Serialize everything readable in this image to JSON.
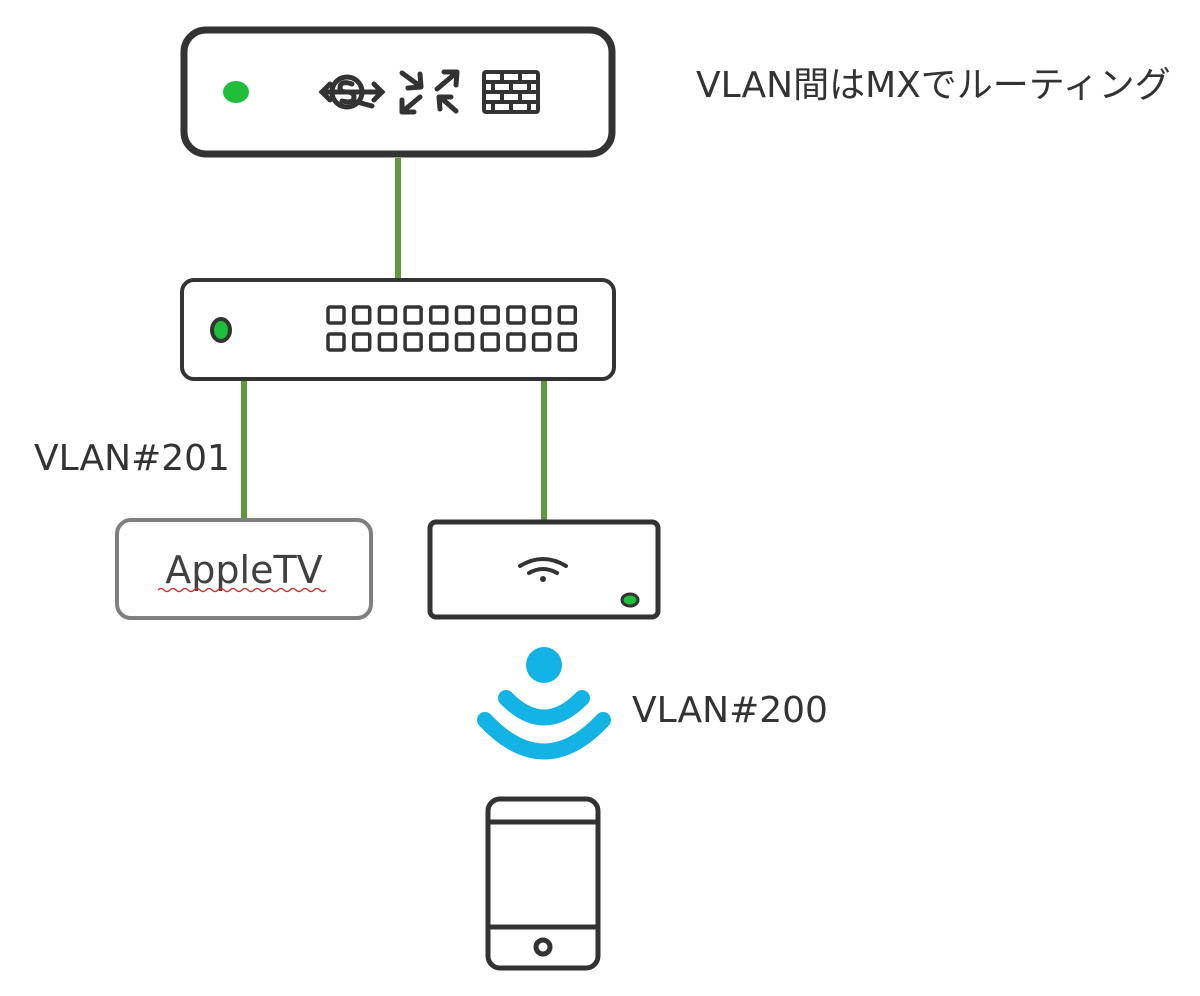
{
  "annotation": {
    "routing_note": "VLAN間はMXでルーティング",
    "vlan_wired": "VLAN#201",
    "vlan_wireless": "VLAN#200"
  },
  "devices": {
    "mx_appliance": {
      "icons": [
        "status-led",
        "usb-uplink-icon",
        "routing-arrows-icon",
        "firewall-icon"
      ]
    },
    "switch": {
      "port_rows": 2,
      "ports_per_row": 10
    },
    "apple_tv": {
      "label": "AppleTV"
    },
    "access_point": {
      "icons": [
        "wifi-icon",
        "status-led"
      ]
    },
    "smartphone": {
      "icons": [
        "home-button-icon"
      ]
    }
  },
  "colors": {
    "link": "#5f9a3f",
    "device_stroke": "#333333",
    "appletv_stroke": "#7f7f7f",
    "led": "#1fbf3a",
    "wireless": "#13b3e6",
    "text": "#333333"
  }
}
